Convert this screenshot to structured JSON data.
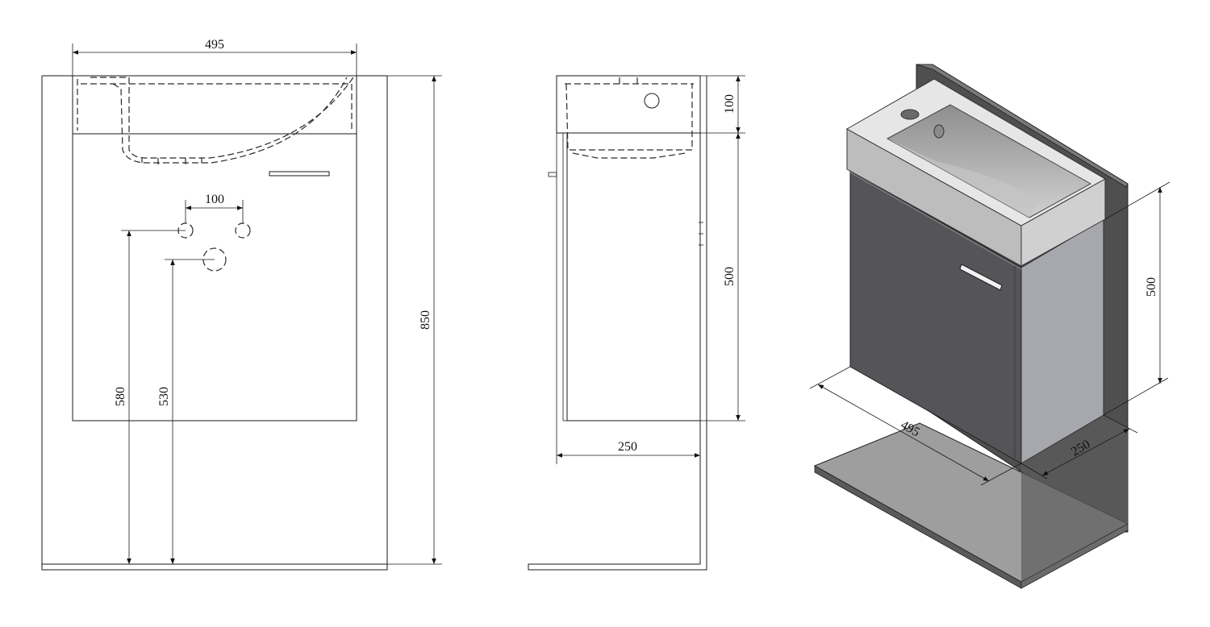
{
  "front_view": {
    "width_label": "495",
    "hole_spacing_label": "100",
    "tap_height_label": "580",
    "drain_height_label": "530",
    "total_height_label": "850"
  },
  "side_view": {
    "basin_height_label": "100",
    "cabinet_height_label": "500",
    "depth_label": "250"
  },
  "iso_view": {
    "height_label": "500",
    "width_label": "495",
    "depth_label": "250",
    "colors": {
      "cabinet_front": "#555559",
      "cabinet_side": "#a7a7ae",
      "basin_top": "#e6e6e6",
      "basin_front": "#bdbdbd",
      "wall": "#4f4f4f",
      "floor": "#9e9e9e"
    }
  }
}
